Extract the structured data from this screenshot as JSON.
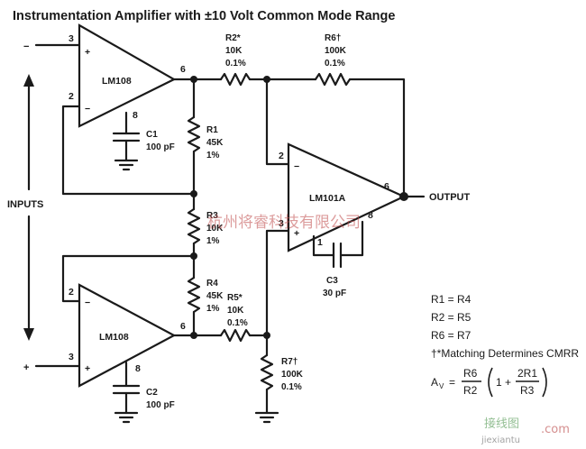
{
  "title": "Instrumentation Amplifier with ±10 Volt Common Mode Range",
  "labels": {
    "inputs": "INPUTS",
    "output": "OUTPUT",
    "minus": "−",
    "plus": "+"
  },
  "amplifiers": {
    "top": {
      "name": "LM108",
      "pin_noninv": "3",
      "pin_inv": "2",
      "pin_out": "6",
      "pin_comp": "8"
    },
    "bottom": {
      "name": "LM108",
      "pin_noninv": "3",
      "pin_inv": "2",
      "pin_out": "6",
      "pin_comp": "8"
    },
    "output": {
      "name": "LM101A",
      "pin_inv": "2",
      "pin_noninv": "3",
      "pin_out": "6",
      "pin_comp1": "1",
      "pin_comp8": "8"
    }
  },
  "sign_plus": "+",
  "sign_minus": "−",
  "components": {
    "R1": {
      "name": "R1",
      "value": "45K",
      "tol": "1%"
    },
    "R2": {
      "name": "R2*",
      "value": "10K",
      "tol": "0.1%"
    },
    "R3": {
      "name": "R3",
      "value": "10K",
      "tol": "1%"
    },
    "R4": {
      "name": "R4",
      "value": "45K",
      "tol": "1%"
    },
    "R5": {
      "name": "R5*",
      "value": "10K",
      "tol": "0.1%"
    },
    "R6": {
      "name": "R6†",
      "value": "100K",
      "tol": "0.1%"
    },
    "R7": {
      "name": "R7†",
      "value": "100K",
      "tol": "0.1%"
    },
    "C1": {
      "name": "C1",
      "value": "100 pF"
    },
    "C2": {
      "name": "C2",
      "value": "100 pF"
    },
    "C3": {
      "name": "C3",
      "value": "30 pF"
    }
  },
  "notes": {
    "eq1": "R1 = R4",
    "eq2": "R2 = R5",
    "eq3": "R6 = R7",
    "matching": "†*Matching Determines CMRR"
  },
  "gain": {
    "lhs": "A",
    "lhs_sub": "V",
    "equals": "=",
    "num": "R6",
    "den": "R2",
    "one_plus": "1 +",
    "inner_num": "2R1",
    "inner_den": "R3"
  },
  "watermark": {
    "company": "杭州将睿科技有限公司",
    "site": "接线图",
    "domain": "jiexiantu",
    "com": ".com"
  },
  "colors": {
    "ink": "#1a1a1a",
    "watermark": "#c04a4a"
  }
}
